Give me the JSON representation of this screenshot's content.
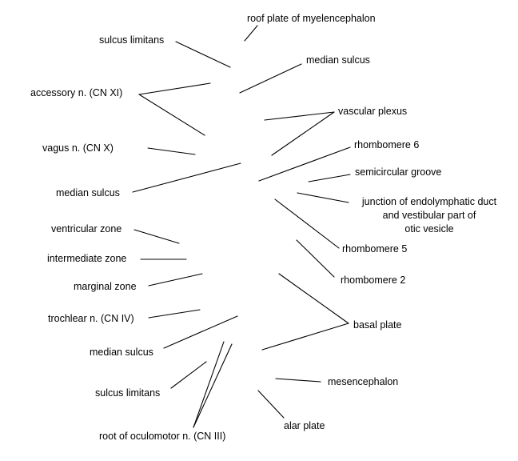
{
  "labels": [
    {
      "id": "roof-plate-of-myelencephalon",
      "lines": [
        "roof plate of myelencephalon"
      ]
    },
    {
      "id": "sulcus-limitans-upper",
      "lines": [
        "sulcus limitans"
      ]
    },
    {
      "id": "median-sulcus-upper-right",
      "lines": [
        "median sulcus"
      ]
    },
    {
      "id": "accessory-nerve",
      "lines": [
        "accessory n. (CN XI)"
      ]
    },
    {
      "id": "vascular-plexus",
      "lines": [
        "vascular plexus"
      ]
    },
    {
      "id": "vagus-nerve",
      "lines": [
        "vagus n. (CN X)"
      ]
    },
    {
      "id": "rhombomere-6",
      "lines": [
        "rhombomere 6"
      ]
    },
    {
      "id": "semicircular-groove",
      "lines": [
        "semicircular groove"
      ]
    },
    {
      "id": "median-sulcus-middle-left",
      "lines": [
        "median sulcus"
      ]
    },
    {
      "id": "junction-endolymphatic-duct",
      "lines": [
        "junction of endolymphatic duct",
        "and vestibular part of",
        "otic vesicle"
      ]
    },
    {
      "id": "ventricular-zone",
      "lines": [
        "ventricular zone"
      ]
    },
    {
      "id": "rhombomere-5",
      "lines": [
        "rhombomere 5"
      ]
    },
    {
      "id": "intermediate-zone",
      "lines": [
        "intermediate zone"
      ]
    },
    {
      "id": "rhombomere-2",
      "lines": [
        "rhombomere 2"
      ]
    },
    {
      "id": "marginal-zone",
      "lines": [
        "marginal zone"
      ]
    },
    {
      "id": "trochlear-nerve",
      "lines": [
        "trochlear n. (CN IV)"
      ]
    },
    {
      "id": "basal-plate",
      "lines": [
        "basal plate"
      ]
    },
    {
      "id": "median-sulcus-lower-left",
      "lines": [
        "median sulcus"
      ]
    },
    {
      "id": "mesencephalon",
      "lines": [
        "mesencephalon"
      ]
    },
    {
      "id": "sulcus-limitans-lower",
      "lines": [
        "sulcus limitans"
      ]
    },
    {
      "id": "alar-plate",
      "lines": [
        "alar plate"
      ]
    },
    {
      "id": "root-of-oculomotor-nerve",
      "lines": [
        "root of oculomotor n. (CN III)"
      ]
    }
  ]
}
